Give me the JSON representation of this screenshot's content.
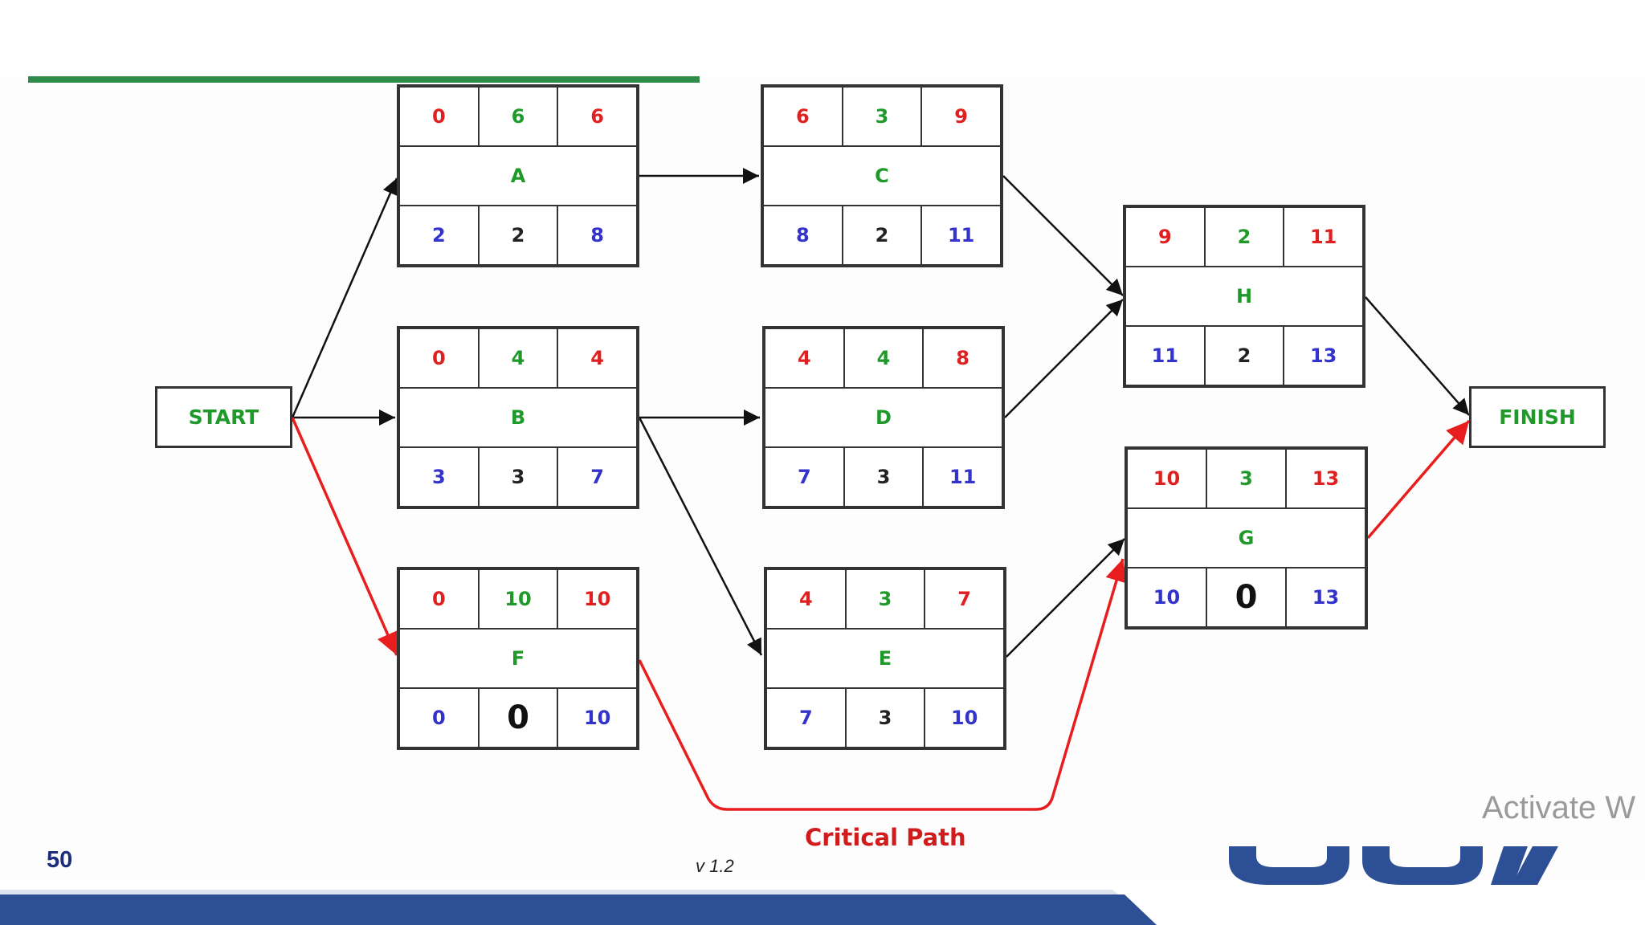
{
  "nodes": {
    "A": {
      "name": "A",
      "es": "0",
      "dur": "6",
      "ef": "6",
      "ls": "2",
      "slack": "2",
      "lf": "8"
    },
    "B": {
      "name": "B",
      "es": "0",
      "dur": "4",
      "ef": "4",
      "ls": "3",
      "slack": "3",
      "lf": "7"
    },
    "F": {
      "name": "F",
      "es": "0",
      "dur": "10",
      "ef": "10",
      "ls": "0",
      "slack": "0",
      "lf": "10"
    },
    "C": {
      "name": "C",
      "es": "6",
      "dur": "3",
      "ef": "9",
      "ls": "8",
      "slack": "2",
      "lf": "11"
    },
    "D": {
      "name": "D",
      "es": "4",
      "dur": "4",
      "ef": "8",
      "ls": "7",
      "slack": "3",
      "lf": "11"
    },
    "E": {
      "name": "E",
      "es": "4",
      "dur": "3",
      "ef": "7",
      "ls": "7",
      "slack": "3",
      "lf": "10"
    },
    "H": {
      "name": "H",
      "es": "9",
      "dur": "2",
      "ef": "11",
      "ls": "11",
      "slack": "2",
      "lf": "13"
    },
    "G": {
      "name": "G",
      "es": "10",
      "dur": "3",
      "ef": "13",
      "ls": "10",
      "slack": "0",
      "lf": "13"
    }
  },
  "start_label": "START",
  "finish_label": "FINISH",
  "critical_path_label": "Critical Path",
  "page_number": "50",
  "version": "v 1.2",
  "watermark": "Activate W",
  "colors": {
    "early_times": "#e02020",
    "duration": "#1f9a2a",
    "late_times": "#3333cc",
    "critical_arrow": "#e81e1e",
    "accent_green": "#2e8b4a",
    "brand_blue": "#2d4f96"
  }
}
